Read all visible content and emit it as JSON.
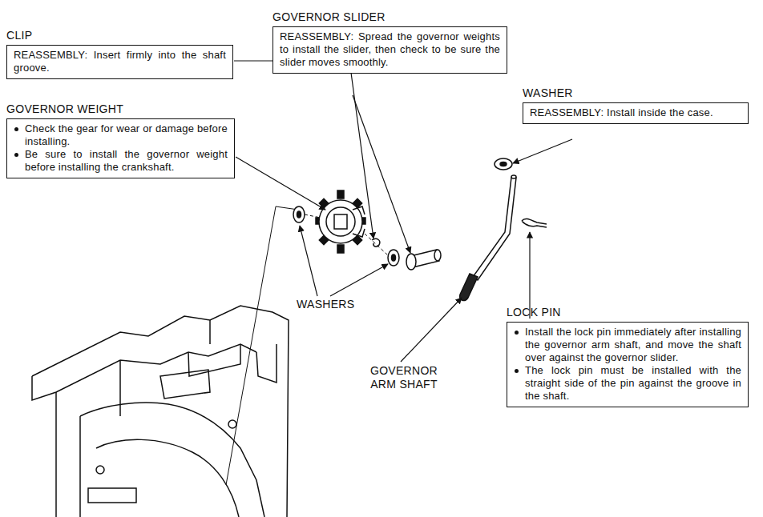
{
  "diagram": {
    "nodes": [
      {
        "text": [
          "CLIP",
          "REASSEMBLY: Insert firmly into the shaft groove."
        ]
      },
      {
        "text": [
          "GOVERNOR SLIDER",
          "REASSEMBLY: Spread the governor weights to install the slider, then check to be sure the slider moves smoothly."
        ]
      },
      {
        "text": [
          "WASHER",
          "REASSEMBLY: Install inside the case."
        ]
      },
      {
        "text": [
          "GOVERNOR WEIGHT",
          "Check the gear for wear or damage before installing.",
          "Be sure to install the governor weight before installing the crankshaft."
        ]
      },
      {
        "text": [
          "LOCK PIN",
          "Install the lock pin immediately after installing the governor arm shaft, and move the shaft over against the governor slider.",
          "The lock pin must be installed with the straight side of the pin against the groove in the shaft."
        ]
      }
    ],
    "labels": [
      "WASHERS",
      "GOVERNOR ARM SHAFT"
    ]
  }
}
